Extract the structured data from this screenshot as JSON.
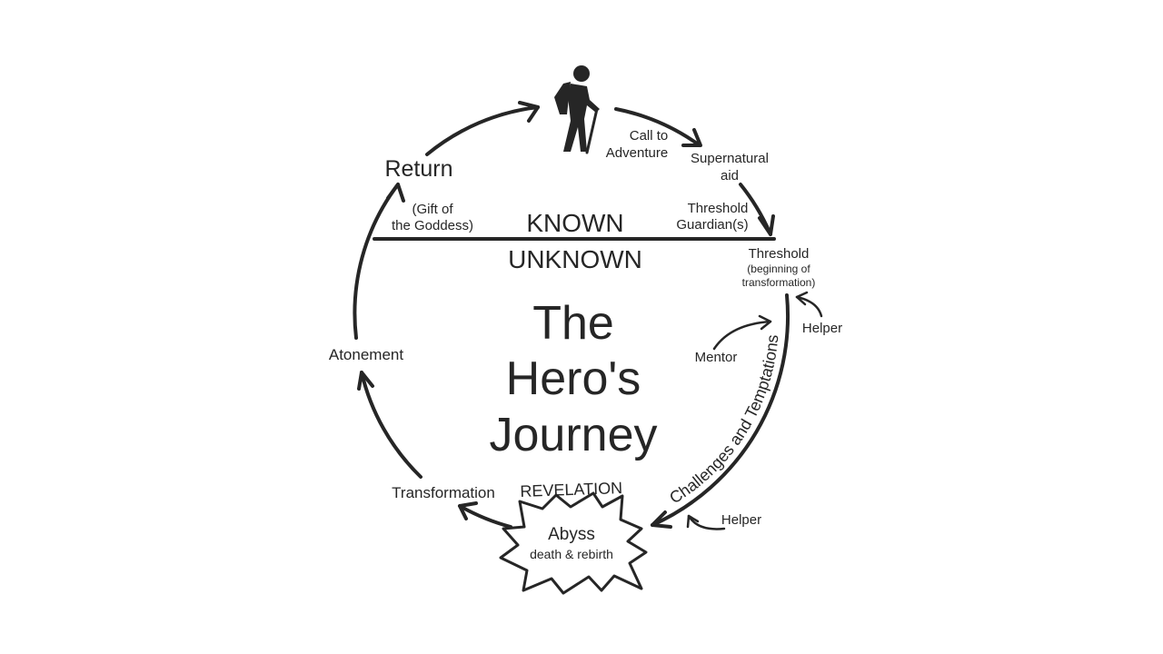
{
  "colors": {
    "ink": "#262626",
    "background": "#ffffff"
  },
  "icons": {
    "hero": "hiker-icon"
  },
  "diagram": {
    "title_lines": [
      "The",
      "Hero's",
      "Journey"
    ],
    "divider": {
      "above": "KNOWN",
      "below": "UNKNOWN"
    },
    "stages": {
      "call_to_adventure": [
        "Call to",
        "Adventure"
      ],
      "supernatural_aid": [
        "Supernatural",
        "aid"
      ],
      "threshold_guardians": [
        "Threshold",
        "Guardian(s)"
      ],
      "threshold": "Threshold",
      "threshold_note": [
        "(beginning of",
        "transformation)"
      ],
      "helper_upper": "Helper",
      "mentor": "Mentor",
      "challenges": "Challenges and Temptations",
      "helper_lower": "Helper",
      "revelation": "REVELATION",
      "abyss": "Abyss",
      "abyss_note": "death & rebirth",
      "transformation": "Transformation",
      "atonement": "Atonement",
      "return": "Return",
      "gift": [
        "(Gift of",
        "the Goddess)"
      ]
    }
  }
}
